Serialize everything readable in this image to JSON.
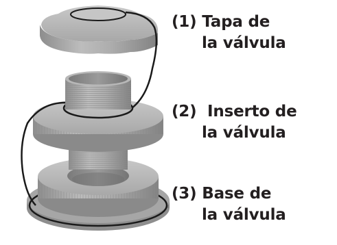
{
  "labels": {
    "cap": {
      "line1": "(1) Tapa de",
      "line2": "la válvula"
    },
    "insert": {
      "line1": "(2)  Inserto de",
      "line2": "la válvula"
    },
    "base": {
      "line1": "(3) Base de",
      "line2": "la válvula"
    }
  },
  "colors": {
    "plastic_light": "#b4b4b4",
    "plastic_mid": "#9c9c9c",
    "plastic_dark": "#7d7d7d",
    "tether": "#1a1a1a",
    "text": "#231f20"
  }
}
